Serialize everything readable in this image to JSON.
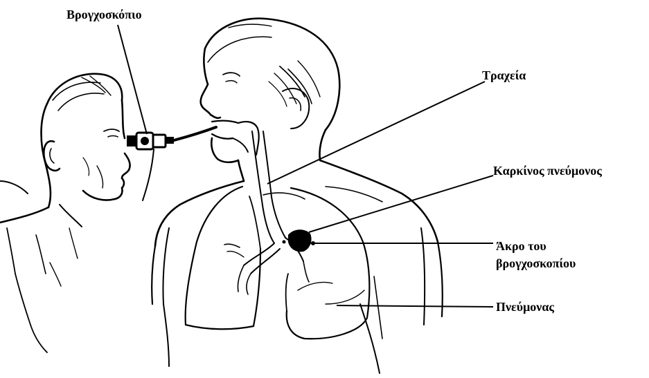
{
  "colors": {
    "ink": "#000000",
    "background": "#ffffff"
  },
  "labels": {
    "bronchoscope": "Βρογχοσκόπιο",
    "trachea": "Τραχεία",
    "lung_cancer": "Καρκίνος πνεύμονος",
    "bronchoscope_tip_line1": "Άκρο του",
    "bronchoscope_tip_line2": "βρογχοσκοπίου",
    "lung": "Πνεύμονας"
  },
  "icons": [
    "doctor-figure",
    "patient-figure",
    "bronchoscope-device",
    "lungs",
    "tumor"
  ]
}
